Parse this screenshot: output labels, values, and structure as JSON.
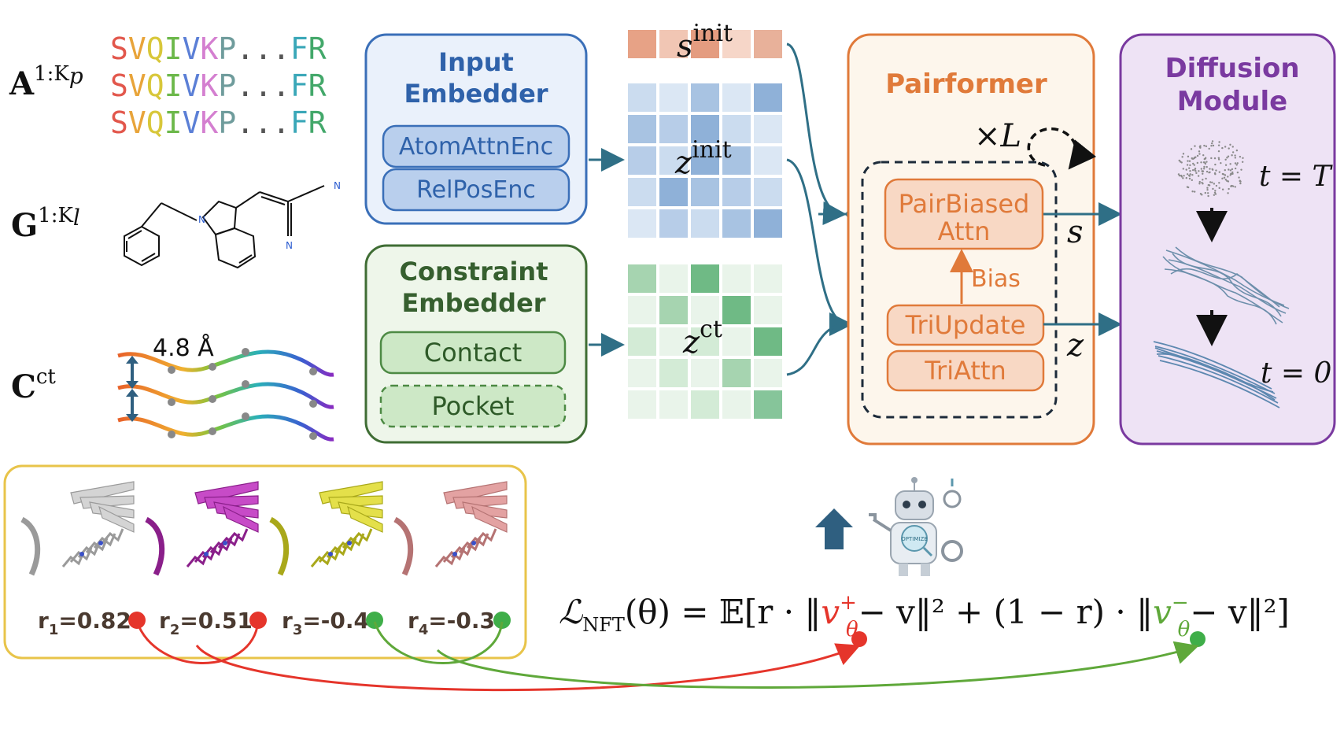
{
  "inputs": {
    "protein": {
      "base": "A",
      "sup": "1:K",
      "sub": "p"
    },
    "ligand": {
      "base": "G",
      "sup": "1:K",
      "sub": "l"
    },
    "constraint": {
      "base": "C",
      "sup": "ct"
    },
    "sequence_letters": [
      "S",
      "V",
      "Q",
      "I",
      "V",
      "K",
      "P",
      ".",
      ".",
      ".",
      "F",
      "R"
    ],
    "sequence_colors": [
      "#e2574c",
      "#e8a43a",
      "#d8c73a",
      "#6cb84a",
      "#5b7fd6",
      "#d47fd0",
      "#6f9c9c",
      "#555555",
      "#555555",
      "#555555",
      "#3aa7b8",
      "#43a86a"
    ],
    "contact_distance": "4.8 Å",
    "atom_N": "N"
  },
  "input_embedder": {
    "title_line1": "Input",
    "title_line2": "Embedder",
    "modules": [
      "AtomAttnEnc",
      "RelPosEnc"
    ]
  },
  "constraint_embedder": {
    "title_line1": "Constraint",
    "title_line2": "Embedder",
    "modules": [
      "Contact",
      "Pocket"
    ]
  },
  "features": {
    "s_init": {
      "base": "s",
      "sup": "init"
    },
    "z_init": {
      "base": "z",
      "sup": "init"
    },
    "z_ct": {
      "base": "z",
      "sup": "ct"
    }
  },
  "pairformer": {
    "title": "Pairformer",
    "repeat": "×L",
    "blocks": [
      "PairBiased",
      "Attn",
      "TriUpdate",
      "TriAttn"
    ],
    "bias_label": "Bias",
    "out_s": "s",
    "out_z": "z"
  },
  "diffusion": {
    "title_line1": "Diffusion",
    "title_line2": "Module",
    "t_start": "t = T",
    "t_end": "t = 0"
  },
  "examples": [
    {
      "label": "r",
      "index": "1",
      "value": "=0.82",
      "color": "#e5352b"
    },
    {
      "label": "r",
      "index": "2",
      "value": "=0.51",
      "color": "#e5352b"
    },
    {
      "label": "r",
      "index": "3",
      "value": "=-0.4",
      "color": "#3fae49"
    },
    {
      "label": "r",
      "index": "4",
      "value": "=-0.3",
      "color": "#3fae49"
    }
  ],
  "loss": {
    "L": "ℒ",
    "sub": "NFT",
    "arg": "(θ) = 𝔼[r · ‖",
    "v_pos": "v",
    "v_pos_sup": "+",
    "v_pos_sub": "θ",
    "mid": "− v‖² + (1 − r) · ‖",
    "v_neg": "v",
    "v_neg_sup": "−",
    "v_neg_sub": "θ",
    "end": "− v‖²]"
  },
  "optimize_label": "OPTIMIZE",
  "colors": {
    "blue": "#3a6fb8",
    "green": "#3f7a3a",
    "orange": "#e07a3a",
    "purple": "#7a3aa0",
    "yellow": "#e8c44a",
    "red": "#e5352b",
    "greenDot": "#3fae49",
    "teal": "#2f6f86"
  }
}
